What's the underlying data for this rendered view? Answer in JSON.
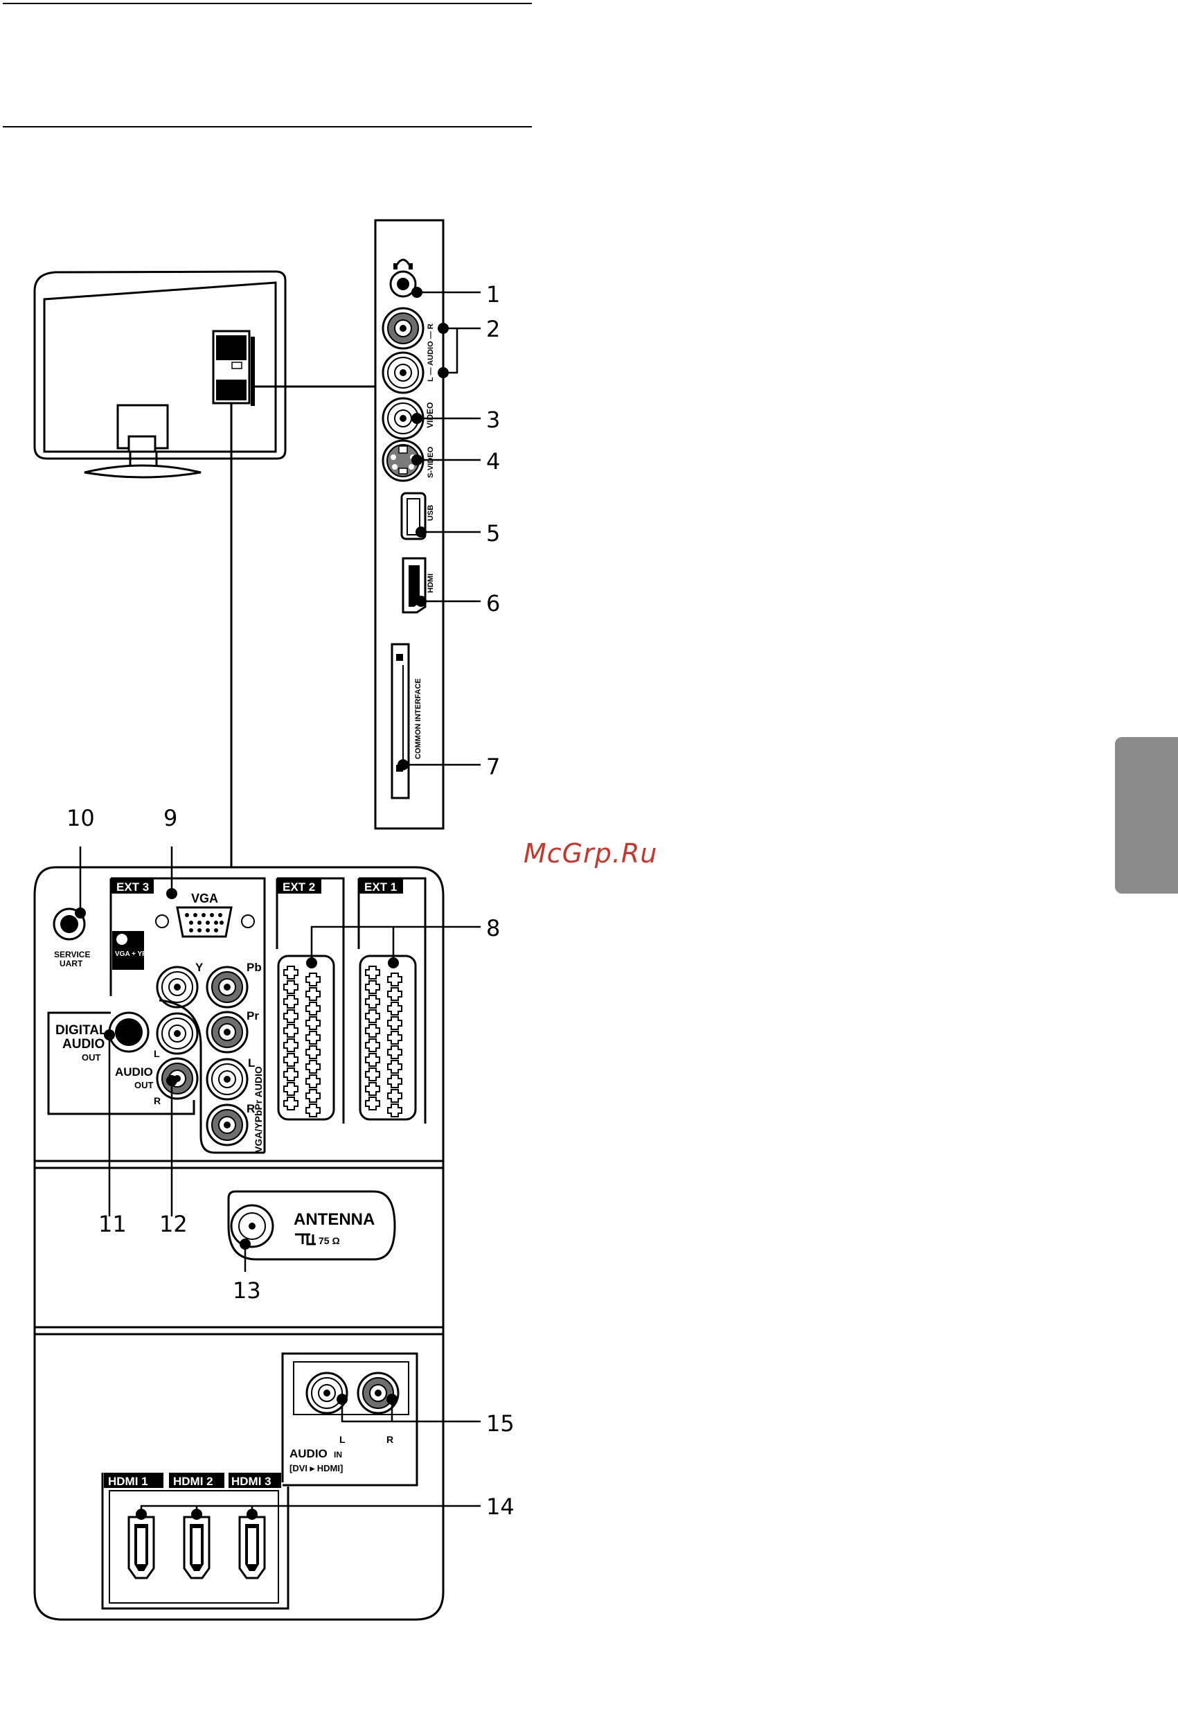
{
  "watermark": "McGrp.Ru",
  "callouts": [
    "1",
    "2",
    "3",
    "4",
    "5",
    "6",
    "7",
    "8",
    "9",
    "10",
    "11",
    "12",
    "13",
    "14",
    "15"
  ],
  "side_panel": {
    "audio": "L — AUDIO — R",
    "video": "VIDEO",
    "svideo": "S-VIDEO",
    "usb": "USB",
    "hdmi": "HDMI",
    "common_interface": "COMMON INTERFACE"
  },
  "rear_panel": {
    "ext3": "EXT 3",
    "ext2": "EXT 2",
    "ext1": "EXT 1",
    "vga": "VGA",
    "vga_ypbpr_note": "VGA + YPbPr",
    "y": "Y",
    "pb": "Pb",
    "pr": "Pr",
    "l": "L",
    "r": "R",
    "vga_ypbpr_audio": "VGA/YPbPr AUDIO",
    "service": "SERVICE",
    "uart": "UART",
    "digital": "DIGITAL",
    "audio": "AUDIO",
    "out": "OUT",
    "audio_out_audio": "AUDIO",
    "audio_out_out": "OUT",
    "antenna": "ANTENNA",
    "antenna_sub": "75 Ω",
    "hdmi1": "HDMI 1",
    "hdmi2": "HDMI 2",
    "hdmi3": "HDMI 3",
    "audio_in": "AUDIO",
    "audio_in_in": "IN",
    "dvi_hdmi": "[DVI ▸ HDMI]",
    "in_l": "L",
    "in_r": "R"
  }
}
